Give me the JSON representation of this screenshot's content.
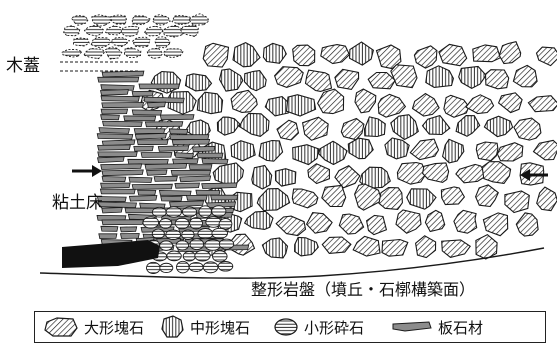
{
  "labels": {
    "wooden_lid": "木蓋",
    "clay_floor": "粘土床",
    "bedrock": "整形岩盤（墳丘・石槨構築面）"
  },
  "legend": [
    {
      "icon": "large-block-stone-hatched",
      "label": "大形塊石"
    },
    {
      "icon": "medium-block-stone-vertical-lines",
      "label": "中形塊石"
    },
    {
      "icon": "small-rubble-horizontal-lines",
      "label": "小形砕石"
    },
    {
      "icon": "slab-stone-gray",
      "label": "板石材"
    }
  ],
  "markers": {
    "arrows": [
      "left-arrow-pointing-right",
      "right-arrow-pointing-left"
    ]
  },
  "colors": {
    "ink": "#1a1a1a",
    "slab_fill": "#8c8c8c",
    "clay_fill": "#111111",
    "paper": "#ffffff"
  }
}
